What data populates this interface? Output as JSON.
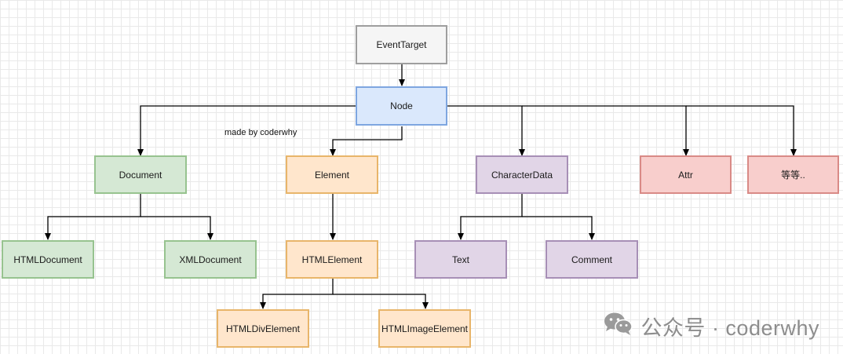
{
  "diagram": {
    "nodes": {
      "event_target": "EventTarget",
      "node": "Node",
      "document": "Document",
      "element": "Element",
      "character_data": "CharacterData",
      "attr": "Attr",
      "etc": "等等..",
      "html_document": "HTMLDocument",
      "xml_document": "XMLDocument",
      "html_element": "HTMLElement",
      "text": "Text",
      "comment": "Comment",
      "html_div_element": "HTMLDivElement",
      "html_image_element": "HTMLImageElement"
    },
    "annotation": "made by coderwhy",
    "colors": {
      "gray": "#f5f5f5",
      "blue": "#dae8fc",
      "green": "#d5e8d4",
      "orange": "#ffe6cc",
      "purple": "#e1d5e7",
      "red": "#f8cecc",
      "connector": "#000000"
    }
  },
  "watermark": {
    "text": "公众号 · coderwhy",
    "icon": "wechat-icon"
  }
}
